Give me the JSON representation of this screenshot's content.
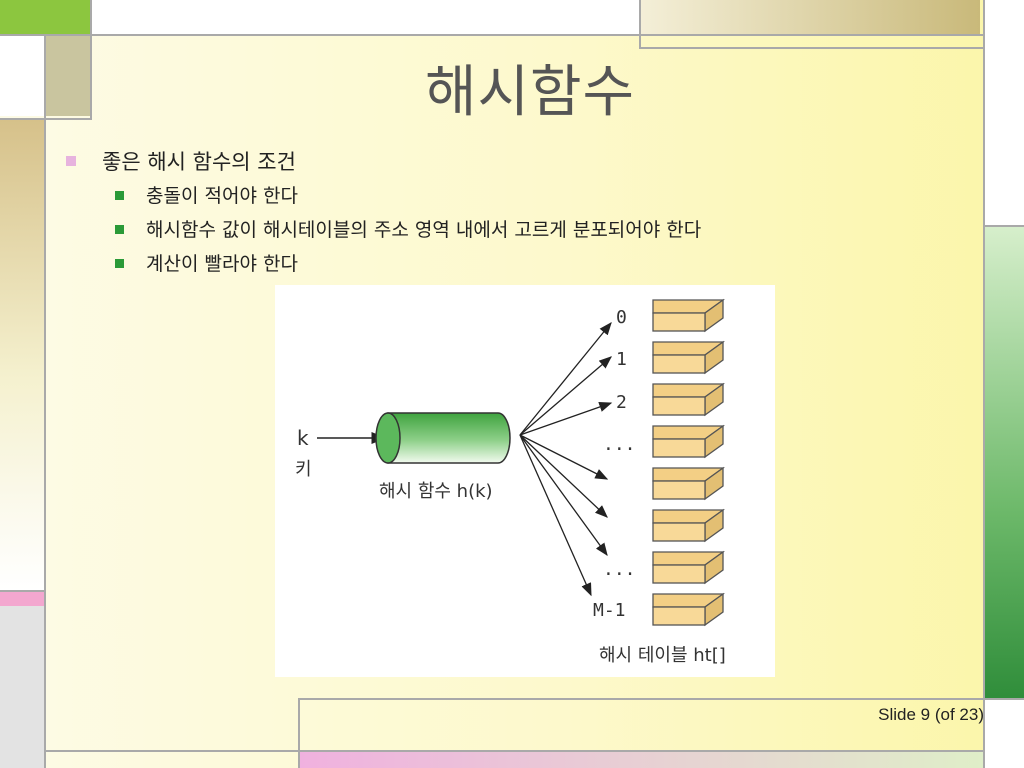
{
  "slide": {
    "title": "해시함수",
    "bullets": [
      {
        "text": "좋은 해시 함수의 조건"
      },
      {
        "text": "충돌이 적어야 한다"
      },
      {
        "text": "해시함수 값이 해시테이블의 주소 영역 내에서 고르게 분포되어야 한다"
      },
      {
        "text": "계산이 빨라야 한다"
      }
    ],
    "footer": "Slide  9 (of  23)"
  },
  "figure": {
    "key_symbol": "k",
    "key_caption": "키",
    "hash_caption": "해시 함수 h(k)",
    "table_caption": "해시 테이블 ht[]",
    "slot_labels": [
      "0",
      "1",
      "2",
      "...",
      "...",
      "M-1"
    ],
    "colors": {
      "cylinder_green": "#5cb85c",
      "box_fill": "#f8d998",
      "box_side": "#e3bf73"
    }
  },
  "theme": {
    "accent_green": "#2f8d3a",
    "accent_pink": "#f0a6d8",
    "accent_khaki": "#c9c29a"
  }
}
